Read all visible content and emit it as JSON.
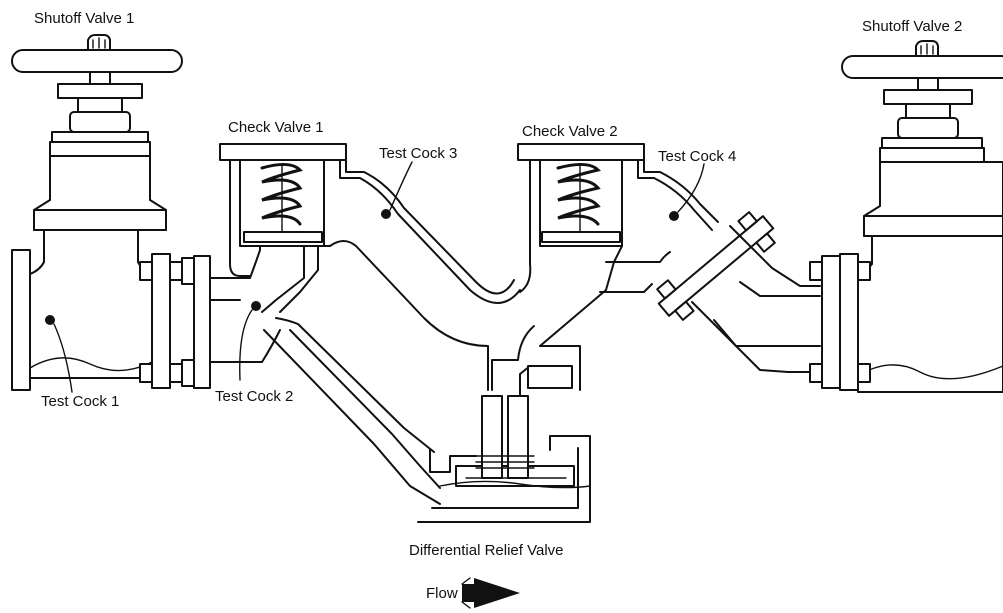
{
  "labels": {
    "shutoff_valve_1": "Shutoff Valve 1",
    "shutoff_valve_2": "Shutoff Valve 2",
    "check_valve_1": "Check Valve 1",
    "check_valve_2": "Check Valve 2",
    "test_cock_1": "Test Cock 1",
    "test_cock_2": "Test Cock 2",
    "test_cock_3": "Test Cock 3",
    "test_cock_4": "Test Cock 4",
    "differential_relief_valve": "Differential Relief Valve",
    "flow": "Flow"
  },
  "colors": {
    "line": "#111111",
    "background": "#ffffff"
  },
  "icons": {
    "flow_direction": "arrow-right-icon"
  }
}
